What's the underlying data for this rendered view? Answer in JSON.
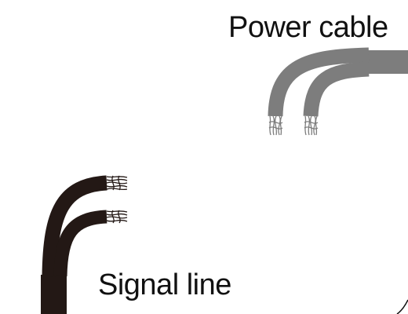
{
  "labels": {
    "power_cable": "Power cable",
    "signal_line": "Signal line"
  },
  "colors": {
    "power_cable": "#7d7d7d",
    "signal_line": "#231815",
    "text": "#111111",
    "background": "#ffffff"
  },
  "parts": {
    "power_cable_wires": 2,
    "signal_line_wires": 2
  }
}
